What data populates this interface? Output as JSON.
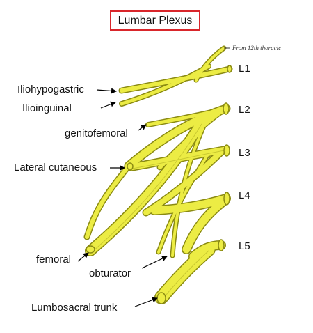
{
  "title": "Lumbar Plexus",
  "note": "From 12th thoracic",
  "colors": {
    "nerve": "#ecec44",
    "nerve_dark": "#8a8a12",
    "nerve_mid": "#c9c930",
    "title_border": "#d9262b",
    "text": "#111111"
  },
  "levels": [
    "L1",
    "L2",
    "L3",
    "L4",
    "L5"
  ],
  "labels": {
    "iliohypogastric": "Iliohypogastric",
    "ilioinguinal": "Ilioinguinal",
    "genitofemoral": "genitofemoral",
    "lateral_cutaneous": "Lateral cutaneous",
    "femoral": "femoral",
    "obturator": "obturator",
    "lumbosacral_trunk": "Lumbosacral trunk"
  }
}
